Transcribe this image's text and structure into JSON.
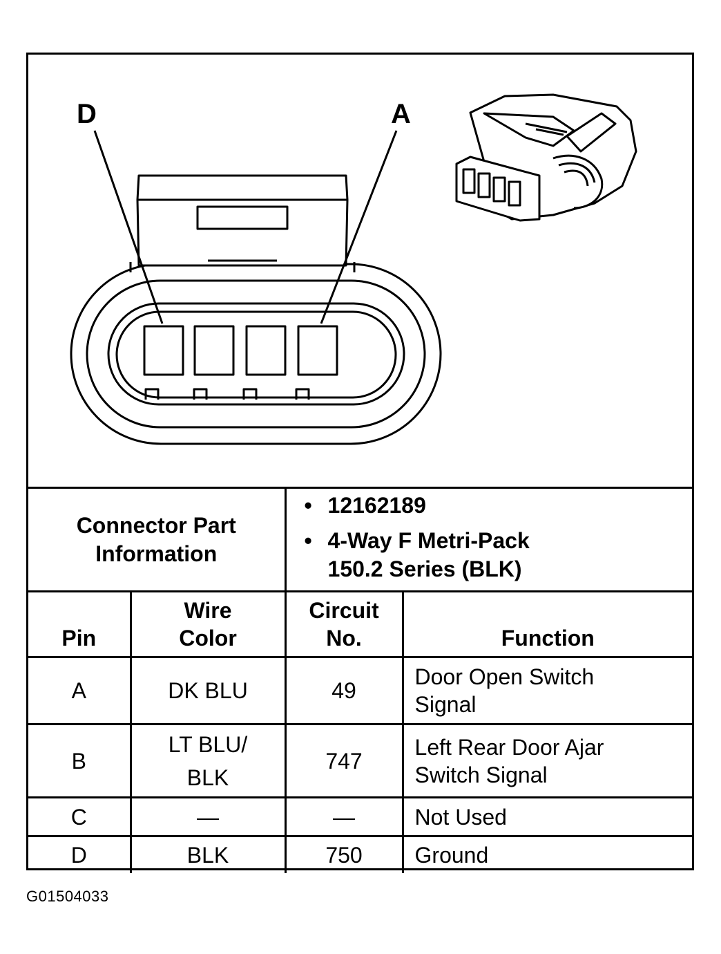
{
  "diagram": {
    "pin_callouts": [
      {
        "label": "D"
      },
      {
        "label": "A"
      }
    ]
  },
  "connector_info": {
    "label": "Connector Part Information",
    "label_line1": "Connector Part",
    "label_line2": "Information",
    "part_number": "12162189",
    "description_line1": "4-Way F Metri-Pack",
    "description_line2": "150.2 Series (BLK)"
  },
  "table": {
    "headers": {
      "pin": "Pin",
      "wire_color_line1": "Wire",
      "wire_color_line2": "Color",
      "circuit_line1": "Circuit",
      "circuit_line2": "No.",
      "function": "Function"
    },
    "rows": [
      {
        "pin": "A",
        "wire_line1": "DK BLU",
        "wire_line2": "",
        "circuit": "49",
        "function_line1": "Door Open Switch",
        "function_line2": "Signal"
      },
      {
        "pin": "B",
        "wire_line1": "LT BLU/",
        "wire_line2": "BLK",
        "circuit": "747",
        "function_line1": "Left Rear Door Ajar",
        "function_line2": "Switch Signal"
      },
      {
        "pin": "C",
        "wire_line1": "—",
        "wire_line2": "",
        "circuit": "—",
        "function_line1": "Not Used",
        "function_line2": ""
      },
      {
        "pin": "D",
        "wire_line1": "BLK",
        "wire_line2": "",
        "circuit": "750",
        "function_line1": "Ground",
        "function_line2": ""
      }
    ]
  },
  "figure_code": "G01504033"
}
